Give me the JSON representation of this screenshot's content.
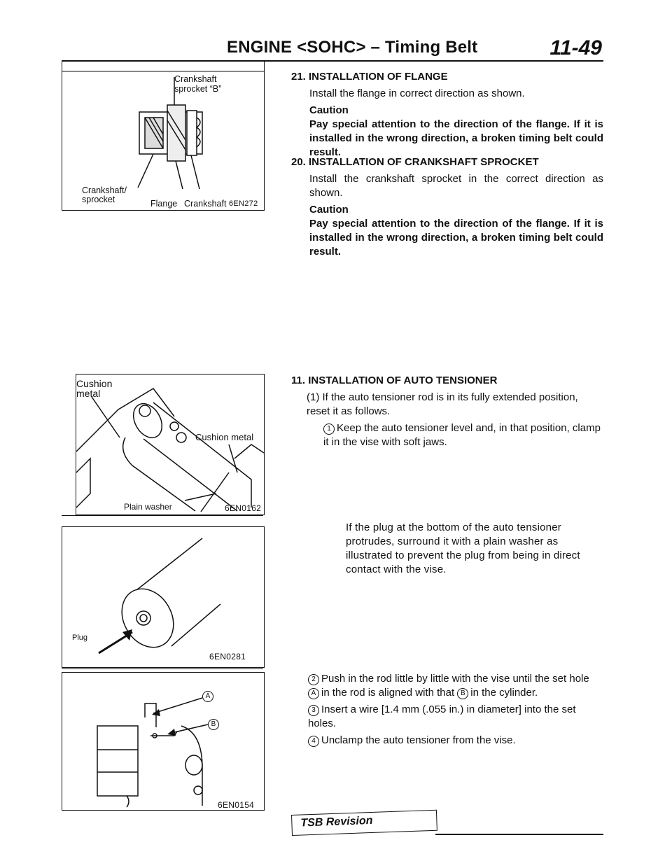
{
  "header": {
    "title": "ENGINE <SOHC> – Timing Belt",
    "page_number": "11-49"
  },
  "figures": {
    "fig1": {
      "labels": {
        "crankshaft_sprocket_b": "Crankshaft\nsprocket “B”",
        "crankshaft_sprocket": "Crankshaft/\nsprocket",
        "flange": "Flange",
        "crankshaft": "Crankshaft"
      },
      "code": "6EN272"
    },
    "fig2": {
      "labels": {
        "cushion_metal_left": "Cushion\nmetal",
        "cushion_metal_right": "Cushion metal",
        "plain_washer": "Plain washer"
      },
      "code": "6EN0162"
    },
    "fig3": {
      "labels": {
        "plug": "Plug"
      },
      "code": "6EN0281"
    },
    "fig4": {
      "labels": {
        "a": "A",
        "b": "B"
      },
      "code": "6EN0154"
    }
  },
  "sections": {
    "s21": {
      "heading": "21. INSTALLATION OF FLANGE",
      "body": "Install the flange in correct direction as shown.",
      "caution_label": "Caution",
      "caution_text": "Pay special attention to the direction of the flange. If it is installed in the wrong direction, a broken timing belt could result."
    },
    "s20": {
      "heading": "20. INSTALLATION OF CRANKSHAFT SPROCKET",
      "body": "Install the crankshaft sprocket in the correct direction as shown.",
      "caution_label": "Caution",
      "caution_text": "Pay special attention to the direction of the flange. If it is installed in the wrong direction, a broken timing belt could result."
    },
    "s11": {
      "heading": "11. INSTALLATION OF AUTO TENSIONER",
      "step1": "(1) If the auto tensioner rod is in its fully extended position, reset it as follows.",
      "sub1_num": "1",
      "sub1": "Keep the auto tensioner level and, in that position, clamp it in the vise with soft jaws.",
      "note": "If the plug at the bottom of the auto tensioner protrudes, surround it with a plain washer as illustrated to prevent the plug from being in direct contact with the vise.",
      "sub2_num": "2",
      "sub2_a": "Push in the rod little by little with the vise until the set hole",
      "sub2_b": "in the rod is aligned with that",
      "sub2_c": "in the cylinder.",
      "sub2_ha": "A",
      "sub2_hb": "B",
      "sub3_num": "3",
      "sub3": "Insert a wire [1.4 mm (.055 in.) in diameter] into the set holes.",
      "sub4_num": "4",
      "sub4": "Unclamp the auto tensioner from the vise."
    }
  },
  "footer": {
    "tsb": "TSB Revision"
  }
}
